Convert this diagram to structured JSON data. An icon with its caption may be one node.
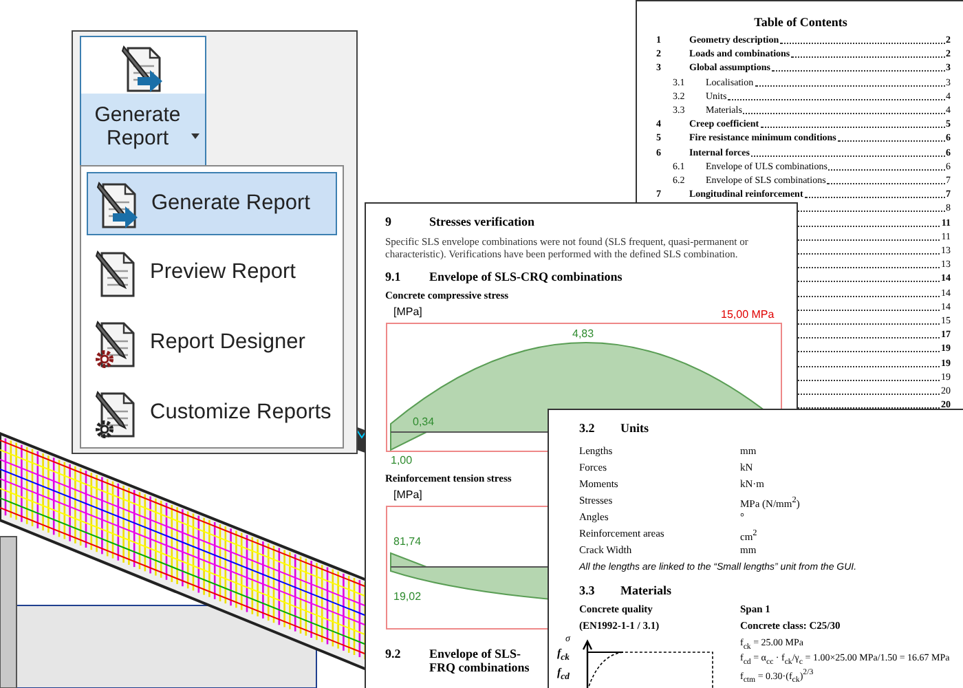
{
  "diagram": {
    "labels": [
      "Generate Report",
      "Generate Report",
      "Preview Report",
      "Report Designer",
      "Customize Reports",
      "Table of Contents",
      "1",
      "Geometry description",
      "2",
      "2",
      "Loads and combinations",
      "2",
      "3",
      "Global assumptions",
      "3",
      "3.1",
      "Localisation",
      "3",
      "3.2",
      "Units",
      "4",
      "3.3",
      "Materials",
      "4",
      "4",
      "Creep coefficient",
      "5",
      "5",
      "Fire resistance minimum conditions",
      "6",
      "6",
      "Internal forces",
      "6",
      "6.1",
      "Envelope of ULS combinations",
      "6",
      "6.2",
      "Envelope of SLS combinations",
      "7",
      "7",
      "Longitudinal reinforcement",
      "7",
      "8",
      "11",
      "11",
      "13",
      "13",
      "14",
      "14",
      "14",
      "15",
      "17",
      "19",
      "19",
      "19",
      "20",
      "20",
      "9",
      "Stresses verification",
      "Specific SLS envelope combinations were not found (SLS frequent, quasi-permanent or characteristic). Verifications have been performed with the defined SLS combination.",
      "9.1",
      "Envelope of SLS-CRQ combinations",
      "Concrete compressive stress",
      "[MPa]",
      "15,00 MPa",
      "4,83",
      "0,34",
      "1,00",
      "Reinforcement tension stress",
      "[MPa]",
      "81,74",
      "19,02",
      "9.2",
      "Envelope of SLS-FRQ combinations",
      "3.2",
      "Units",
      "Lengths",
      "mm",
      "Forces",
      "kN",
      "Moments",
      "kN·m",
      "Stresses",
      "MPa (N/mm$^{2}$)",
      "Angles",
      "°",
      "Reinforcement areas",
      "cm$^{2}$",
      "Crack Width",
      "mm",
      "All the lengths are linked to the “Small lengths” unit from the GUI.",
      "3.3",
      "Materials",
      "Concrete quality",
      "(EN1992-1-1 / 3.1)",
      "Span 1",
      "Concrete class: C25/30",
      "f$_{ck}$ = 25.00 MPa",
      "f$_{cd}$ = α$_{cc}$ · f$_{ck}$/γ$_{c}$ = 1.00×25.00 MPa/1.50 = 16.67 MPa",
      "f$_{ctm}$ = 0.30·(f$_{ck}$)$^{2/3}$",
      "σ",
      "f$_{ck}$",
      "f$_{cd}$"
    ]
  }
}
